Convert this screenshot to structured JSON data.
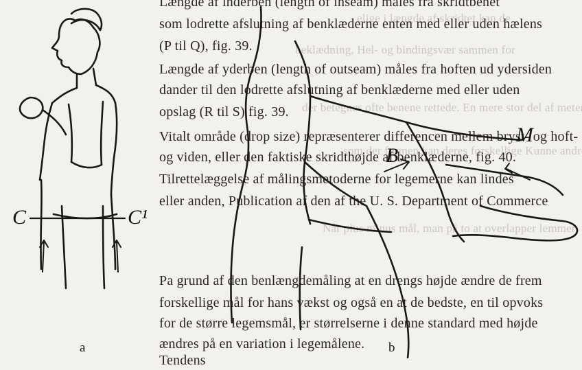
{
  "bleed_through": [
    "elige i længde af skridtet kan de",
    "beklædning, Hel- og bindingsvær sammen for",
    "der betegnes ofte benene rettede. En mere stor del af meter.",
    "som der formen kan deres forskellige Kunne andres.",
    "Når plus minus mål, man på to at overlapper lemmer"
  ],
  "body_text": [
    "Længde af inderben (length of inseam) måles fra skridtbenet",
    "som lodrette afslutning af benklæderne enten med eller uden hælens",
    "(P til Q), fig. 39.",
    "Længde af yderben (length of outseam) måles fra hoften ud ydersiden",
    "dander til den lodrette afslutning af benklæderne med eller uden",
    "opslag (R til S) fig. 39.",
    "Vitalt område (drop size) repræsenterer differencen mellem bryst- og hoft-",
    "og viden, eller den faktiske skridthøjde af benklæderne, fig. 40.",
    "Tilrettelæggelse af målingsmetoderne for legemerne kan lindes",
    "eller anden, Publication af den af the U. S. Department of Commerce",
    "Pa grund af den benlængdemåling at en drengs højde ændre de frem",
    "forskellige mål for hans vækst og også en at de bedste, en til opvoks",
    "for de større legemsmål, er størrelserne i denne standard med højde",
    "ændres på en variation i legemålene.",
    "Tendens"
  ],
  "figure": {
    "label_a": "a",
    "label_b": "b",
    "letter_c": "C",
    "letter_c1": "C¹",
    "letter_b": "B",
    "letter_m": "M"
  },
  "colors": {
    "paper": "#f2f1ed",
    "ink": "#1d1b18",
    "bleed_ink": "#bdbab3"
  }
}
